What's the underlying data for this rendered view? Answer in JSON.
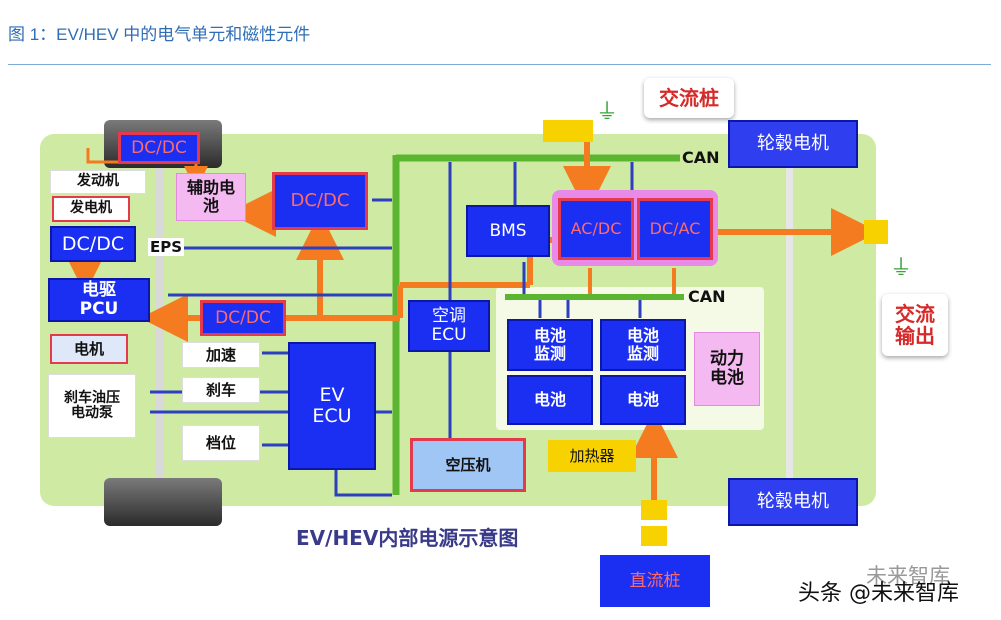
{
  "caption": "图 1：EV/HEV 中的电气单元和磁性元件",
  "diagram_title": "EV/HEV内部电源示意图",
  "labels": {
    "dcdc_top": "DC/DC",
    "engine": "发动机",
    "generator": "发电机",
    "dcdc_left": "DC/DC",
    "aux_battery": "辅助电池",
    "dcdc_center": "DC/DC",
    "eps": "EPS",
    "pcu": "电驱PCU",
    "dcdc_mid": "DC/DC",
    "motor": "电机",
    "accel": "加速",
    "brake": "刹车",
    "gear": "档位",
    "brake_pump": "刹车油压电动泵",
    "ev_ecu": "EV ECU",
    "ac_ecu": "空调 ECU",
    "compressor": "空压机",
    "bms": "BMS",
    "acdc": "AC/DC",
    "dcac": "DC/AC",
    "can_top": "CAN",
    "can_mid": "CAN",
    "bat_monitor_1": "电池监测",
    "bat_monitor_2": "电池监测",
    "battery_1": "电池",
    "battery_2": "电池",
    "power_battery": "动力电池",
    "heater": "加热器",
    "ac_pile": "交流桩",
    "ac_output": "交流输出",
    "hub_motor_top": "轮毂电机",
    "hub_motor_bottom": "轮毂电机",
    "dc_pile": "直流桩"
  },
  "watermark": {
    "main": "头条 @未来智库",
    "overlay": "未来智库"
  },
  "colors": {
    "panel": "#cfeaa3",
    "module_blue": "#1b2ff2",
    "power_line": "#f47b20",
    "can_bus": "#5cb531",
    "signal_line": "#2b3fbf",
    "accent": "#f8d200"
  }
}
